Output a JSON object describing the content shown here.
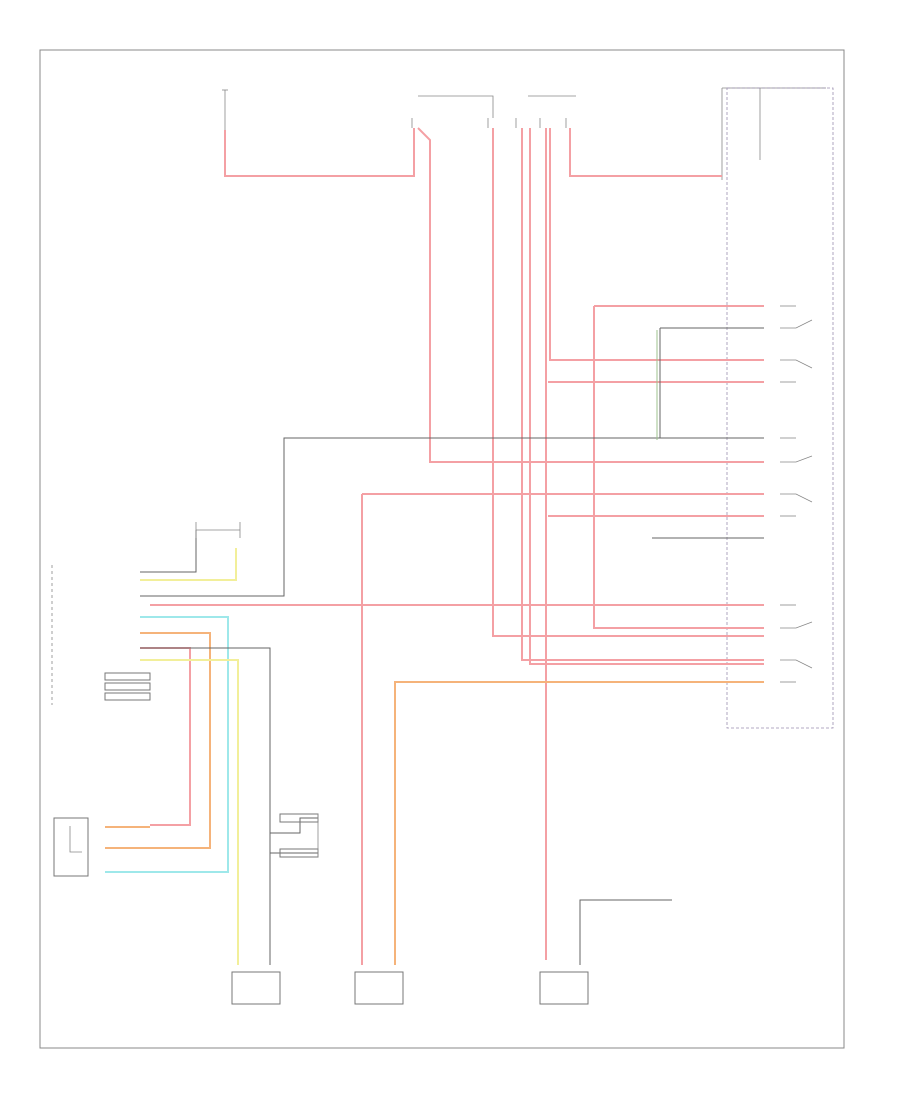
{
  "diagram": {
    "footer_code": "",
    "components": [
      {
        "id": "fuse-top-left",
        "lines": [
          "",
          "",
          "",
          ""
        ]
      },
      {
        "id": "hot-at-all-times",
        "lines": [
          ""
        ]
      },
      {
        "id": "fuse-top-right",
        "lines": [
          "",
          ""
        ]
      },
      {
        "id": "recline-motor",
        "lines": [
          "",
          ""
        ]
      },
      {
        "id": "seat-switch",
        "lines": [
          "",
          "",
          ""
        ]
      },
      {
        "id": "module",
        "lines": [
          "",
          "",
          "",
          "",
          ""
        ]
      },
      {
        "id": "pressure-sensor",
        "lines": [
          "",
          "",
          "",
          ""
        ]
      },
      {
        "id": "ground-point",
        "lines": [
          "",
          ""
        ]
      },
      {
        "id": "lumbar-motor",
        "lines": [
          "",
          ""
        ]
      },
      {
        "id": "motor-left",
        "lines": [
          "",
          ""
        ]
      },
      {
        "id": "motor-right",
        "lines": [
          "",
          ""
        ]
      }
    ],
    "wire_colors": {
      "red": "#f4a0a4",
      "yellow": "#f2ef9a",
      "cyan": "#9ee8ea",
      "orange": "#f5b37a",
      "black": "#555555",
      "purple": "#b7a8d6",
      "green": "#9cc28e"
    }
  }
}
